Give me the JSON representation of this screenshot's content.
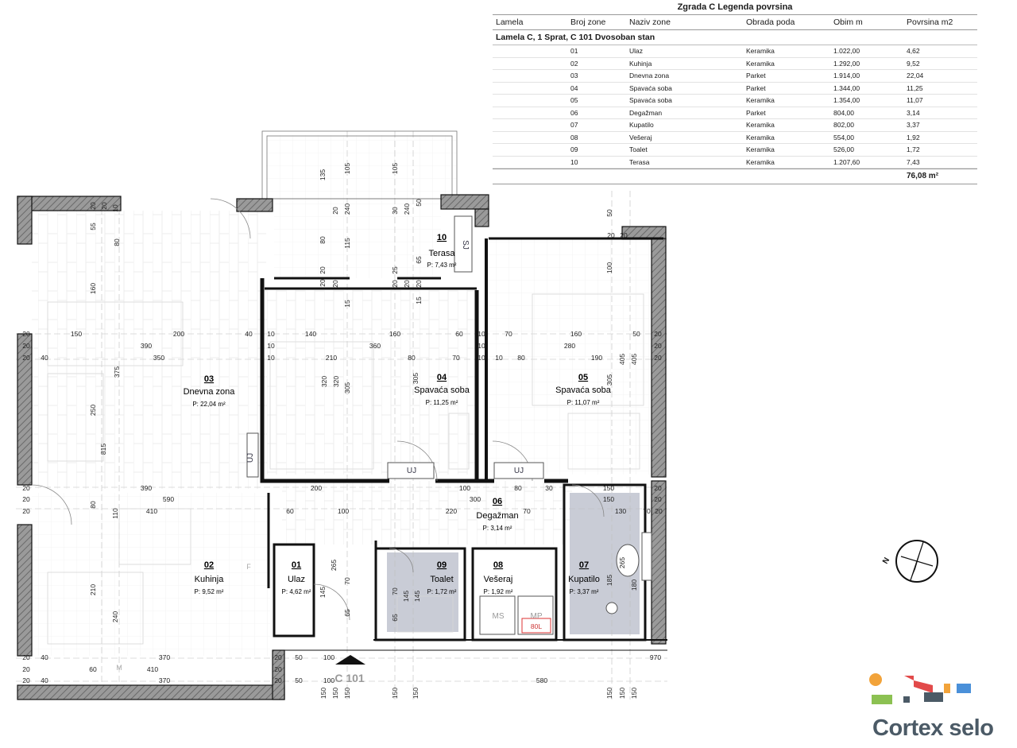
{
  "legend": {
    "title": "Zgrada C Legenda povrsina",
    "headers": [
      "Lamela",
      "Broj zone",
      "Naziv zone",
      "Obrada poda",
      "Obim  m",
      "Povrsina m2"
    ],
    "group": "Lamela C, 1 Sprat, C 101 Dvosoban stan",
    "rows": [
      {
        "no": "01",
        "name": "Ulaz",
        "floor": "Keramika",
        "perimeter": "1.022,00",
        "area": "4,62"
      },
      {
        "no": "02",
        "name": "Kuhinja",
        "floor": "Keramika",
        "perimeter": "1.292,00",
        "area": "9,52"
      },
      {
        "no": "03",
        "name": "Dnevna zona",
        "floor": "Parket",
        "perimeter": "1.914,00",
        "area": "22,04"
      },
      {
        "no": "04",
        "name": "Spavaća soba",
        "floor": "Parket",
        "perimeter": "1.344,00",
        "area": "11,25"
      },
      {
        "no": "05",
        "name": "Spavaća soba",
        "floor": "Keramika",
        "perimeter": "1.354,00",
        "area": "11,07"
      },
      {
        "no": "06",
        "name": "Degažman",
        "floor": "Parket",
        "perimeter": "804,00",
        "area": "3,14"
      },
      {
        "no": "07",
        "name": "Kupatilo",
        "floor": "Keramika",
        "perimeter": "802,00",
        "area": "3,37"
      },
      {
        "no": "08",
        "name": "Vešeraj",
        "floor": "Keramika",
        "perimeter": "554,00",
        "area": "1,92"
      },
      {
        "no": "09",
        "name": "Toalet",
        "floor": "Keramika",
        "perimeter": "526,00",
        "area": "1,72"
      },
      {
        "no": "10",
        "name": "Terasa",
        "floor": "Keramika",
        "perimeter": "1.207,60",
        "area": "7,43"
      }
    ],
    "total": "76,08 m²"
  },
  "rooms": {
    "r01": {
      "no": "01",
      "name": "Ulaz",
      "area": "P: 4,62 m²"
    },
    "r02": {
      "no": "02",
      "name": "Kuhinja",
      "area": "P: 9,52 m²"
    },
    "r03": {
      "no": "03",
      "name": "Dnevna zona",
      "area": "P: 22,04 m²"
    },
    "r04": {
      "no": "04",
      "name": "Spavaća soba",
      "area": "P: 11,25 m²"
    },
    "r05": {
      "no": "05",
      "name": "Spavaća soba",
      "area": "P: 11,07 m²"
    },
    "r06": {
      "no": "06",
      "name": "Degažman",
      "area": "P: 3,14 m²"
    },
    "r07": {
      "no": "07",
      "name": "Kupatilo",
      "area": "P: 3,37 m²"
    },
    "r08": {
      "no": "08",
      "name": "Vešeraj",
      "area": "P: 1,92 m²"
    },
    "r09": {
      "no": "09",
      "name": "Toalet",
      "area": "P: 1,72 m²"
    },
    "r10": {
      "no": "10",
      "name": "Terasa",
      "area": "P: 7,43 m²"
    }
  },
  "fixtures": {
    "uj": "UJ",
    "sj": "SJ",
    "ms": "MS",
    "mp": "MP",
    "boiler": "80L",
    "fridge": "F",
    "stove": "M"
  },
  "unit_label": "C 101",
  "dimensions": {
    "top_h1": [
      "20",
      "20",
      "10"
    ],
    "terrace_v": [
      "135",
      "105",
      "105"
    ],
    "row1": [
      "150",
      "200",
      "40",
      "140",
      "160",
      "60",
      "70",
      "160",
      "50"
    ],
    "row2": [
      "390",
      "360",
      "280"
    ],
    "row3": [
      "40",
      "350",
      "210",
      "80",
      "70",
      "10",
      "80",
      "190"
    ],
    "row4": [
      "390",
      "200",
      "100",
      "80",
      "30",
      "150"
    ],
    "row5": [
      "590",
      "300",
      "150"
    ],
    "row6": [
      "410",
      "60",
      "100",
      "220",
      "70",
      "130",
      "70",
      "20"
    ],
    "left_v": [
      "55",
      "80",
      "160",
      "375",
      "250",
      "815",
      "80",
      "110",
      "210",
      "240"
    ],
    "bed_v": [
      "320",
      "320",
      "305",
      "305",
      "405",
      "405",
      "305",
      "100"
    ],
    "bottom1": [
      "40",
      "370",
      "50",
      "100",
      "970"
    ],
    "bottom2": [
      "60",
      "410",
      "50",
      "100",
      "580"
    ],
    "bottom3": [
      "40",
      "370"
    ],
    "bath_v": [
      "185",
      "265",
      "180",
      "70",
      "145",
      "145",
      "65",
      "265",
      "145",
      "70",
      "65"
    ],
    "bottom_edge": [
      "150",
      "150",
      "150",
      "150",
      "150",
      "150",
      "150",
      "150"
    ],
    "small": [
      "20",
      "25",
      "15",
      "10",
      "100",
      "240",
      "115",
      "80",
      "30",
      "50",
      "65",
      "15",
      "10"
    ]
  },
  "brand": {
    "name": "Cortex selo",
    "colors": [
      "#f2a33a",
      "#e24a4a",
      "#8cc152",
      "#4a90d9",
      "#4b5a66"
    ]
  }
}
